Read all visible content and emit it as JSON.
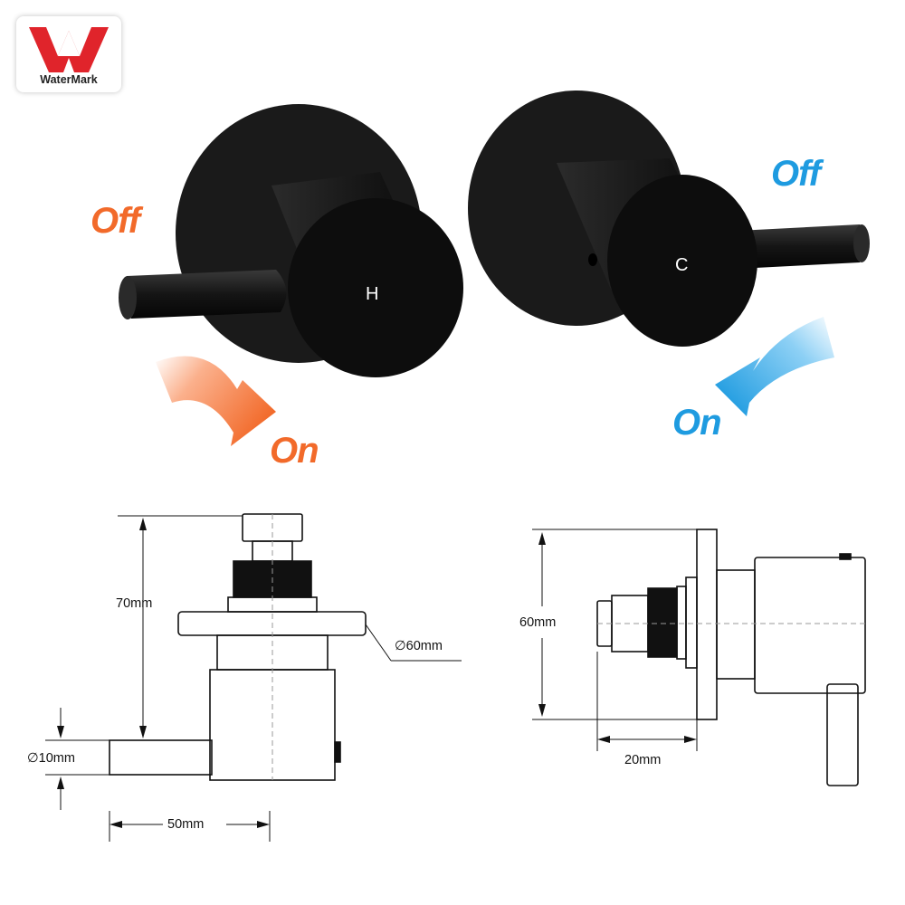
{
  "logo": {
    "text": "WaterMark"
  },
  "hot_tap": {
    "handle_letter": "H",
    "off_label": "Off",
    "on_label": "On"
  },
  "cold_tap": {
    "handle_letter": "C",
    "off_label": "Off",
    "on_label": "On"
  },
  "dimensions": {
    "height": "70mm",
    "plate_diameter": "∅60mm",
    "lever_diameter": "∅10mm",
    "lever_length": "50mm",
    "side_height": "60mm",
    "side_depth": "20mm"
  },
  "colors": {
    "hot": "#f26a2a",
    "cold": "#1e9be0",
    "tap": "#1a1a1a"
  }
}
